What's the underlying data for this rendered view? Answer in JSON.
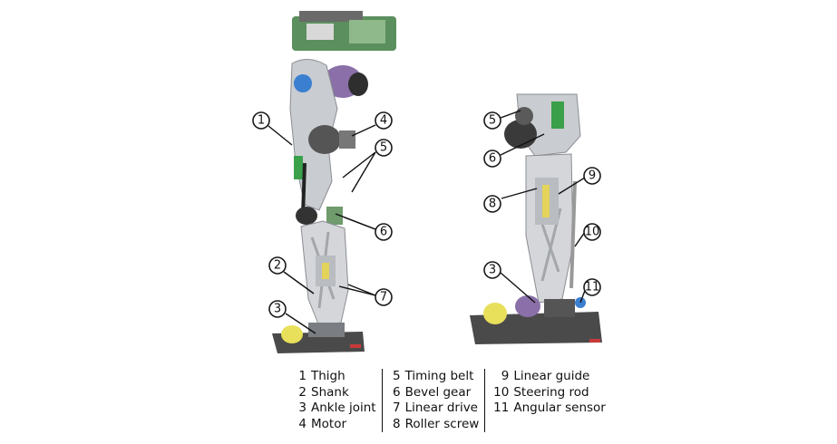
{
  "diagram": {
    "callouts_left_view": [
      "1",
      "4",
      "5",
      "6",
      "2",
      "7",
      "3"
    ],
    "callouts_right_view": [
      "5",
      "6",
      "9",
      "8",
      "10",
      "3",
      "11"
    ]
  },
  "legend": {
    "columns": [
      [
        {
          "num": "1",
          "label": "Thigh"
        },
        {
          "num": "2",
          "label": "Shank"
        },
        {
          "num": "3",
          "label": "Ankle joint"
        },
        {
          "num": "4",
          "label": "Motor"
        }
      ],
      [
        {
          "num": "5",
          "label": "Timing belt"
        },
        {
          "num": "6",
          "label": "Bevel gear"
        },
        {
          "num": "7",
          "label": "Linear drive"
        },
        {
          "num": "8",
          "label": "Roller screw"
        }
      ],
      [
        {
          "num": "9",
          "label": "Linear guide"
        },
        {
          "num": "10",
          "label": "Steering rod"
        },
        {
          "num": "11",
          "label": "Angular sensor"
        }
      ]
    ]
  },
  "colors": {
    "aluminum": "#c9ccd0",
    "green_board": "#3aa04a",
    "motor_purple": "#8a6fa8",
    "blue_part": "#3b7fd0",
    "yellow_part": "#e8e05a",
    "dark_part": "#333333",
    "red_accent": "#c83a3a"
  }
}
